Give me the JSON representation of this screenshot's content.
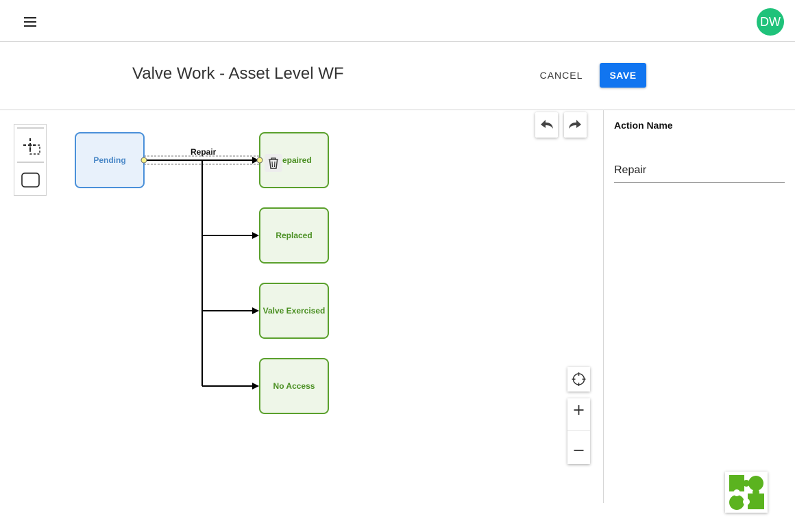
{
  "header": {
    "title": "Valve Work - Asset Level WF",
    "cancel_label": "CANCEL",
    "save_label": "SAVE"
  },
  "user": {
    "initials": "DW"
  },
  "diagram": {
    "nodes": [
      {
        "id": "pending",
        "label": "Pending",
        "color": "#4a90d9"
      },
      {
        "id": "repaired",
        "label": "Repaired",
        "color": "#5aa02c"
      },
      {
        "id": "replaced",
        "label": "Replaced",
        "color": "#5aa02c"
      },
      {
        "id": "valve-exercised",
        "label": "Valve Exercised",
        "color": "#5aa02c"
      },
      {
        "id": "no-access",
        "label": "No Access",
        "color": "#5aa02c"
      }
    ],
    "selected_edge_label": "Repair"
  },
  "panel": {
    "field_label": "Action Name",
    "field_value": "Repair"
  },
  "icons": {
    "menu": "hamburger-icon",
    "select_tool": "marquee-select-icon",
    "shape_tool": "rounded-rectangle-icon",
    "undo": "undo-arrow-icon",
    "redo": "redo-arrow-icon",
    "delete": "trash-icon",
    "recenter": "crosshair-icon",
    "zoom_in": "plus-icon",
    "zoom_out": "minus-icon",
    "logo": "puzzle-logo"
  },
  "colors": {
    "accent": "#1175f0",
    "avatar": "#1fc27a",
    "start_node": "#4a90d9",
    "state_node": "#5aa02c",
    "logo": "#5bb31f"
  }
}
